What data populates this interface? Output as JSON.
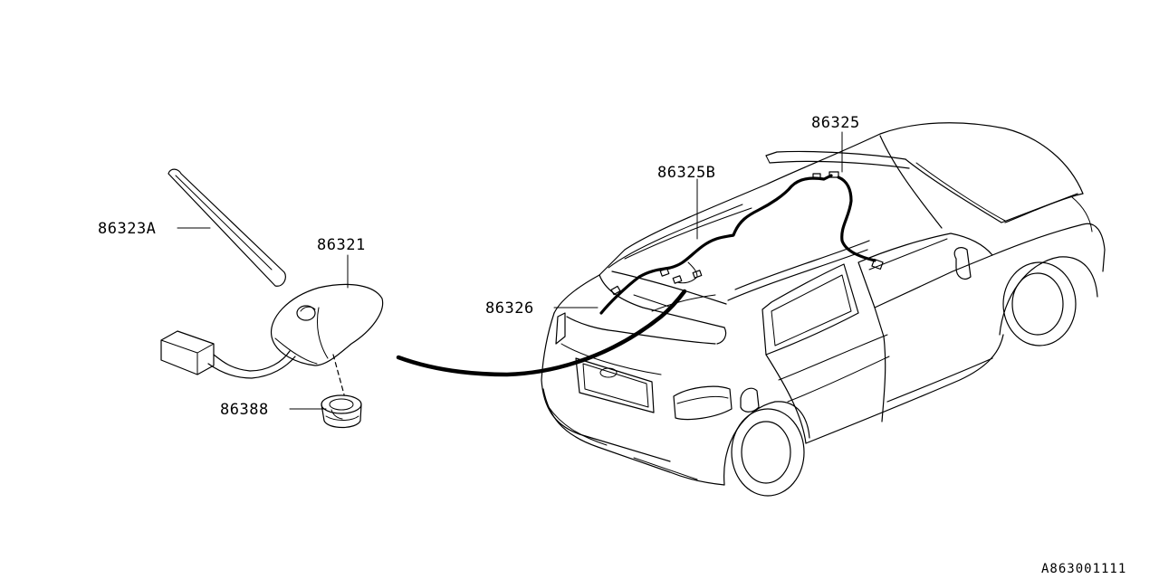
{
  "parts": {
    "antenna_rod": "86323A",
    "antenna_base": "86321",
    "grommet": "86388",
    "roof_feeder_cable": "86325",
    "roof_feeder_cable_b": "86325B",
    "rear_gate_cable": "86326"
  },
  "diagram_code": "A863001111",
  "colors": {
    "line": "#000000",
    "background": "#ffffff"
  }
}
